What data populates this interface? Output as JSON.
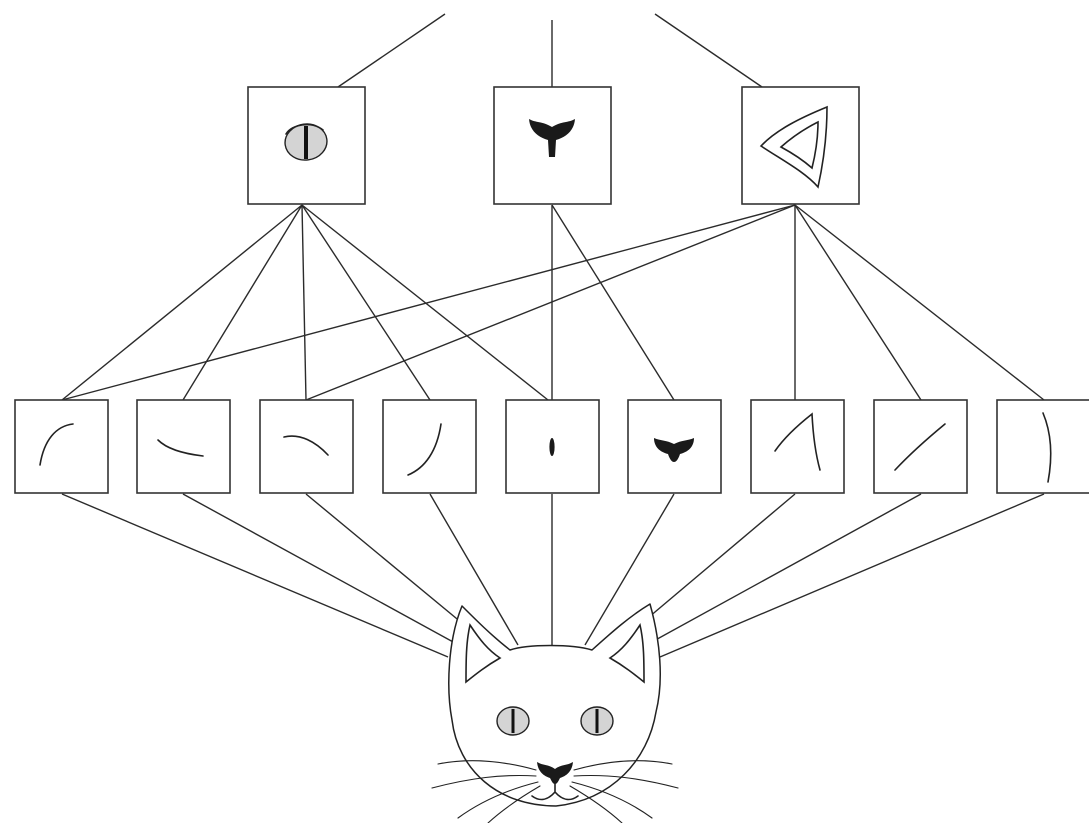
{
  "diagram": {
    "type": "hierarchical feature network",
    "colors": {
      "line": "#2b2b2b",
      "box_border": "#333333",
      "fill": "#1a1a1a",
      "eye_fill": "#d4d4d4",
      "background": "#ffffff"
    },
    "top_features": [
      {
        "id": "eye",
        "icon": "eye-icon"
      },
      {
        "id": "nose",
        "icon": "nose-icon"
      },
      {
        "id": "ear",
        "icon": "ear-icon"
      }
    ],
    "edge_features": [
      {
        "id": "e1",
        "icon": "curve-arc-icon"
      },
      {
        "id": "e2",
        "icon": "curve-dip-icon"
      },
      {
        "id": "e3",
        "icon": "curve-hump-icon"
      },
      {
        "id": "e4",
        "icon": "curve-rise-icon"
      },
      {
        "id": "e5",
        "icon": "pupil-slit-icon"
      },
      {
        "id": "e6",
        "icon": "nose-blob-icon"
      },
      {
        "id": "e7",
        "icon": "ear-shape-icon"
      },
      {
        "id": "e8",
        "icon": "diagonal-stroke-icon"
      },
      {
        "id": "e9",
        "icon": "vertical-curve-icon"
      }
    ],
    "image": {
      "icon": "cat-face-icon"
    }
  }
}
